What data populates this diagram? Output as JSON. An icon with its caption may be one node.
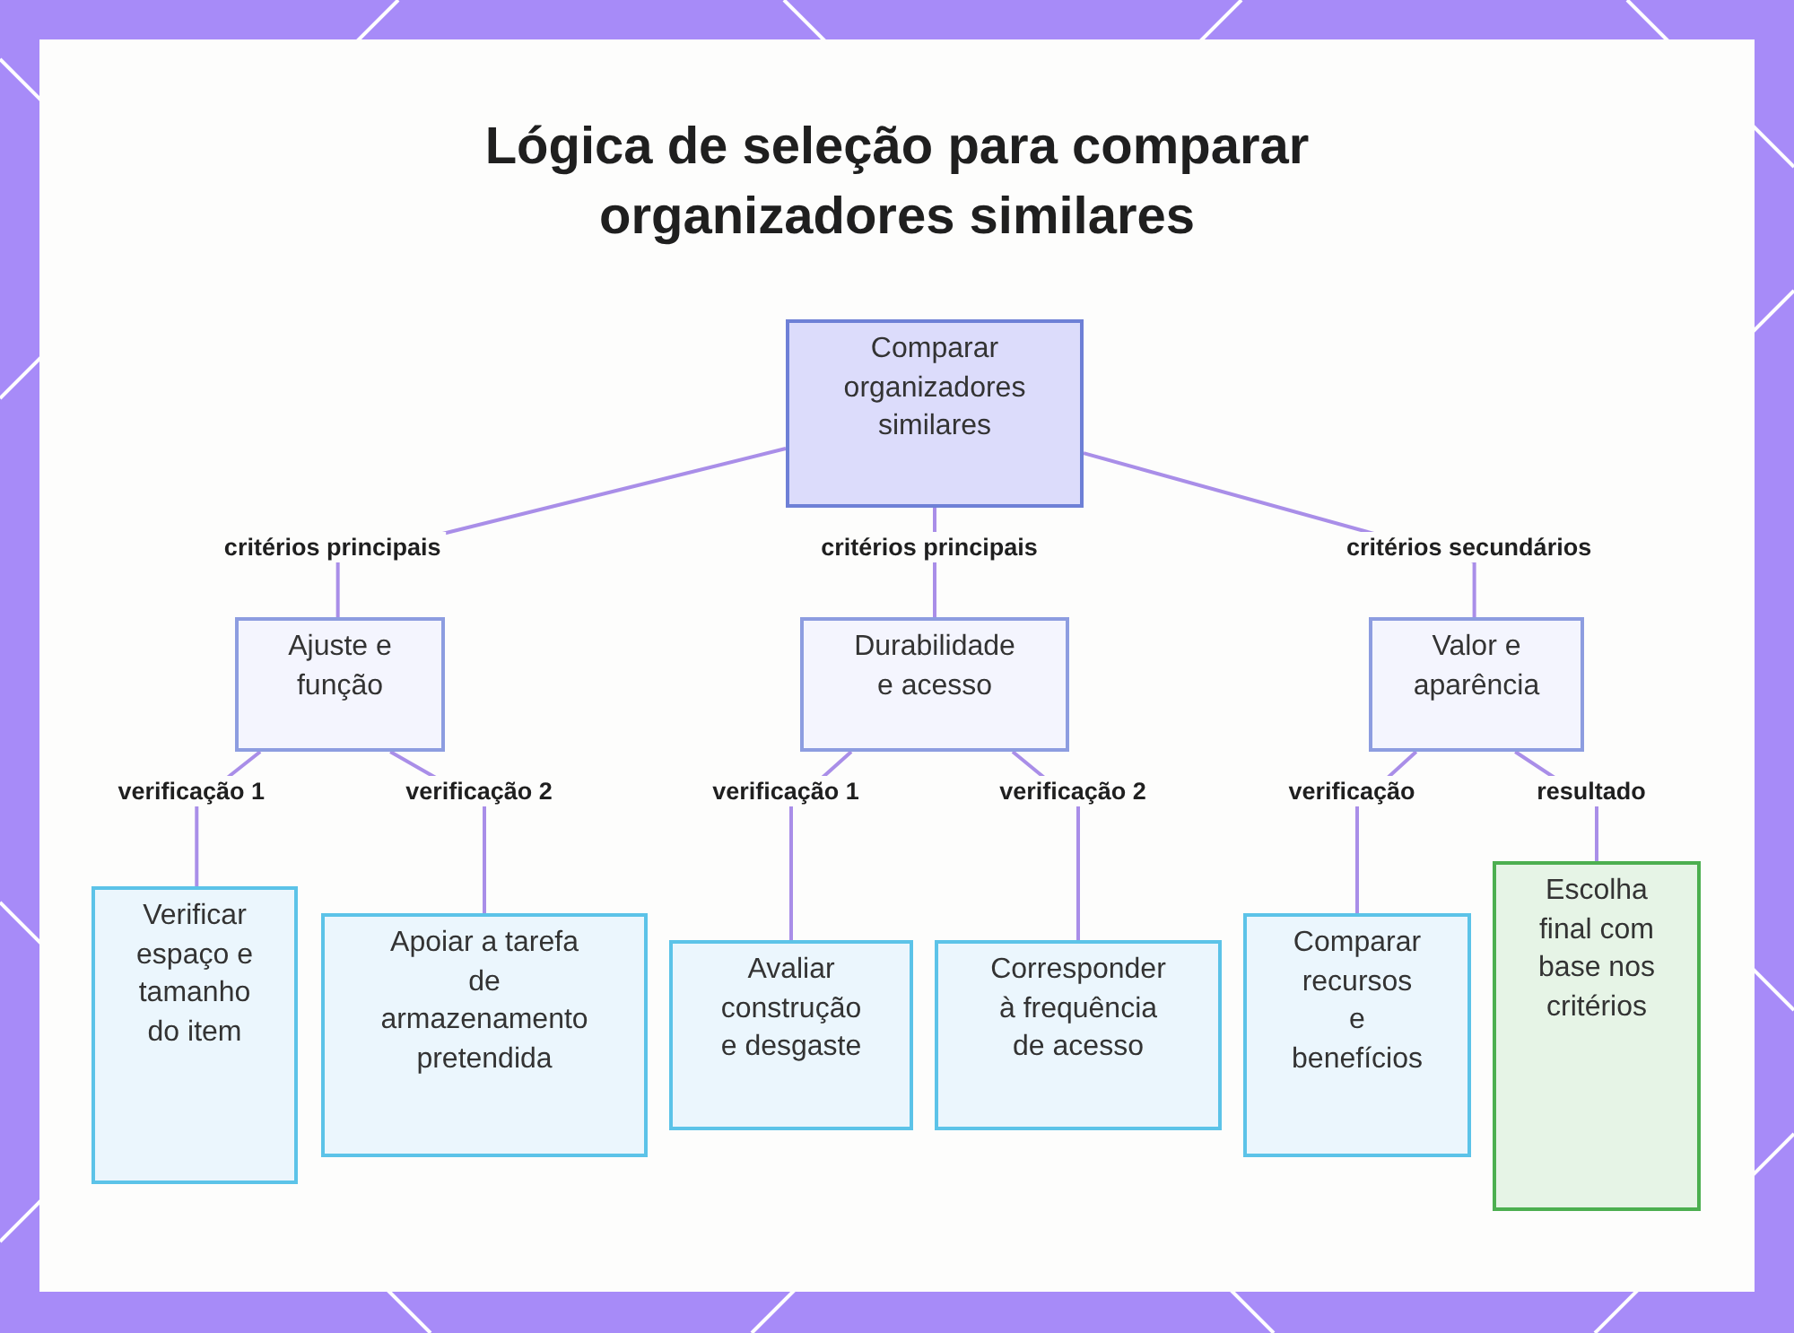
{
  "diagram": {
    "title": "Lógica de seleção para comparar organizadores similares",
    "nodes": [
      {
        "text": [
          "Comparar organizadores similares"
        ]
      },
      {
        "text": [
          "Ajuste e função"
        ]
      },
      {
        "text": [
          "Durabilidade e acesso"
        ]
      },
      {
        "text": [
          "Valor e aparência"
        ]
      },
      {
        "text": [
          "Verificar espaço e tamanho do item"
        ]
      },
      {
        "text": [
          "Apoiar a tarefa de armazenamento pretendida"
        ]
      },
      {
        "text": [
          "Avaliar construção e desgaste"
        ]
      },
      {
        "text": [
          "Corresponder à frequência de acesso"
        ]
      },
      {
        "text": [
          "Comparar recursos e benefícios"
        ]
      },
      {
        "text": [
          "Escolha final com base nos critérios"
        ]
      }
    ],
    "edges": [
      {
        "from": 0,
        "to": 1,
        "arrow": "none",
        "label": "critérios principais"
      },
      {
        "from": 0,
        "to": 2,
        "arrow": "none",
        "label": "critérios principais"
      },
      {
        "from": 0,
        "to": 3,
        "arrow": "none",
        "label": "critérios secundários"
      },
      {
        "from": 1,
        "to": 4,
        "arrow": "none",
        "label": "verificação 1"
      },
      {
        "from": 1,
        "to": 5,
        "arrow": "none",
        "label": "verificação 2"
      },
      {
        "from": 2,
        "to": 6,
        "arrow": "none",
        "label": "verificação 1"
      },
      {
        "from": 2,
        "to": 7,
        "arrow": "none",
        "label": "verificação 2"
      },
      {
        "from": 3,
        "to": 8,
        "arrow": "none",
        "label": "verificação"
      },
      {
        "from": 3,
        "to": 9,
        "arrow": "none",
        "label": "resultado"
      }
    ]
  }
}
